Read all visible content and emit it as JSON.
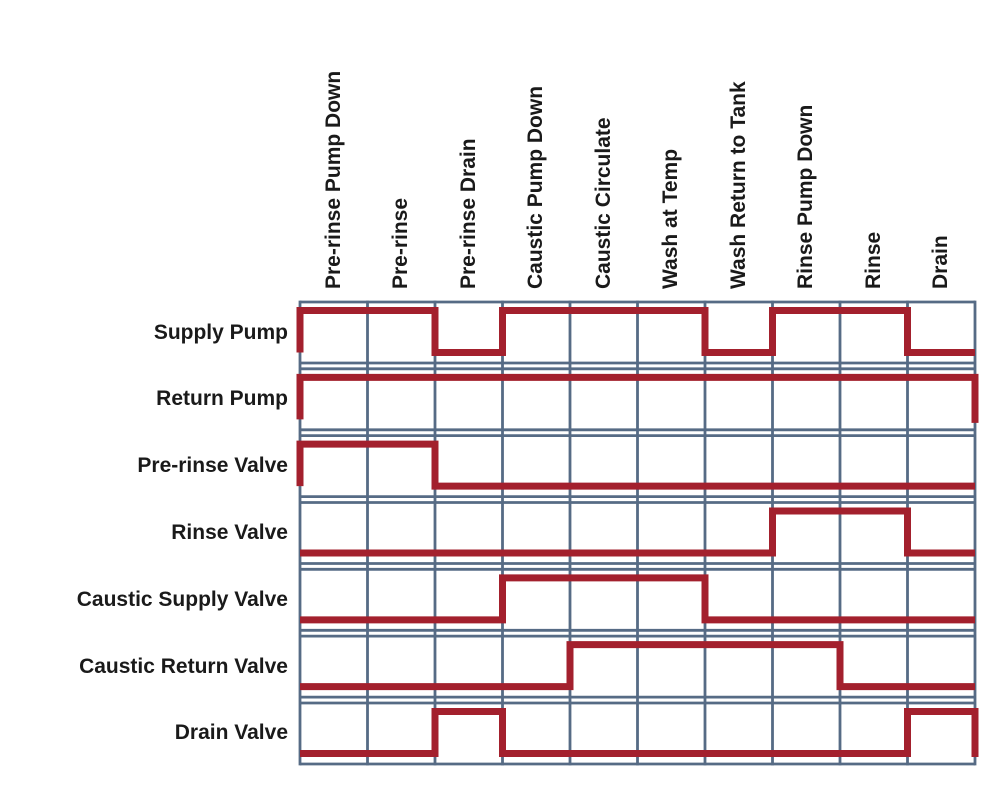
{
  "chart_data": {
    "type": "digital-timing",
    "title": "",
    "phases": [
      "Pre-rinse Pump Down",
      "Pre-rinse",
      "Pre-rinse Drain",
      "Caustic Pump Down",
      "Caustic Circulate",
      "Wash at Temp",
      "Wash Return to Tank",
      "Rinse Pump Down",
      "Rinse",
      "Drain"
    ],
    "signals": [
      {
        "name": "Supply Pump",
        "values": [
          1,
          1,
          0,
          1,
          1,
          1,
          0,
          1,
          1,
          0
        ]
      },
      {
        "name": "Return Pump",
        "values": [
          1,
          1,
          1,
          1,
          1,
          1,
          1,
          1,
          1,
          1
        ]
      },
      {
        "name": "Pre-rinse Valve",
        "values": [
          1,
          1,
          0,
          0,
          0,
          0,
          0,
          0,
          0,
          0
        ]
      },
      {
        "name": "Rinse Valve",
        "values": [
          0,
          0,
          0,
          0,
          0,
          0,
          0,
          1,
          1,
          0
        ]
      },
      {
        "name": "Caustic Supply Valve",
        "values": [
          0,
          0,
          0,
          1,
          1,
          1,
          0,
          0,
          0,
          0
        ]
      },
      {
        "name": "Caustic Return Valve",
        "values": [
          0,
          0,
          0,
          0,
          1,
          1,
          1,
          1,
          0,
          0
        ]
      },
      {
        "name": "Drain Valve",
        "values": [
          0,
          0,
          1,
          0,
          0,
          0,
          0,
          0,
          0,
          1
        ]
      }
    ],
    "colors": {
      "signal": "#A3202D",
      "grid": "#566B85",
      "label": "#1A1A1A",
      "background": "#FFFFFF"
    },
    "layout_hints": {
      "grid": "on",
      "legend": "none",
      "signal_high_low": "high = phase active, low = phase inactive"
    }
  }
}
